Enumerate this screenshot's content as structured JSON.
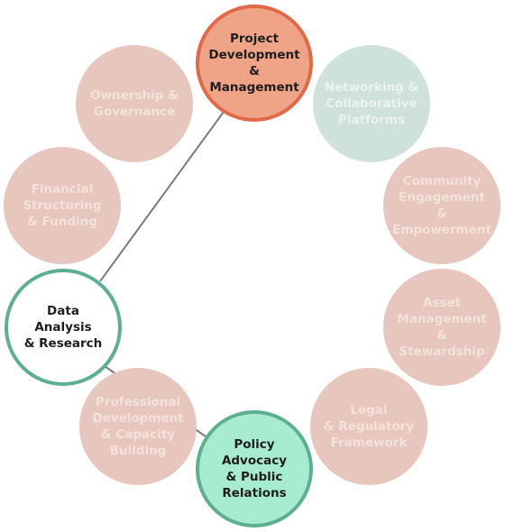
{
  "nodes": {
    "project": "Project\nDevelopment\n& Management",
    "networking": "Networking &\nCollaborative\nPlatforms",
    "community": "Community\nEngagement &\nEmpowerment",
    "asset": "Asset\nManagement\n& Stewardship",
    "legal": "Legal\n& Regulatory\nFramework",
    "policy": "Policy\nAdvocacy\n& Public\nRelations",
    "professional": "Professional\nDevelopment\n& Capacity\nBuilding",
    "data": "Data Analysis\n& Research",
    "financial": "Financial\nStructuring\n& Funding",
    "ownership": "Ownership &\nGovernance"
  },
  "colors": {
    "faded_coral": "#e6c6bd",
    "faded_green": "#cfe2d9",
    "active_coral_fill": "#f0a487",
    "active_coral_border": "#e06a47",
    "active_green_fill": "#a7ebd0",
    "active_green_border": "#5cb090",
    "connector": "#7a7a7a"
  }
}
